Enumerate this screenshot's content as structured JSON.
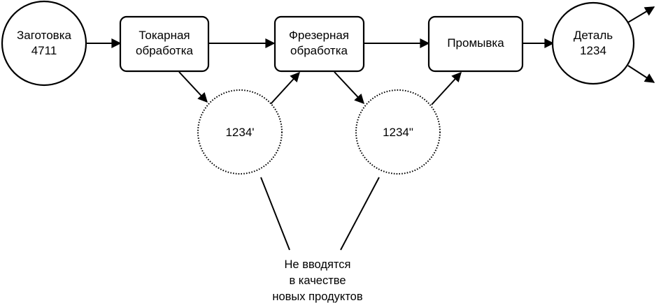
{
  "nodes": {
    "blank": {
      "line1": "Заготовка",
      "line2": "4711"
    },
    "turning": {
      "line1": "Токарная",
      "line2": "обработка"
    },
    "milling": {
      "line1": "Фрезерная",
      "line2": "обработка"
    },
    "washing": {
      "label": "Промывка"
    },
    "part": {
      "line1": "Деталь",
      "line2": "1234"
    },
    "intermediate1": {
      "label": "1234'"
    },
    "intermediate2": {
      "label": "1234\""
    }
  },
  "annotation": {
    "line1": "Не вводятся",
    "line2": "в качестве",
    "line3": "новых продуктов"
  },
  "colors": {
    "stroke": "#000000",
    "fill": "#ffffff"
  }
}
